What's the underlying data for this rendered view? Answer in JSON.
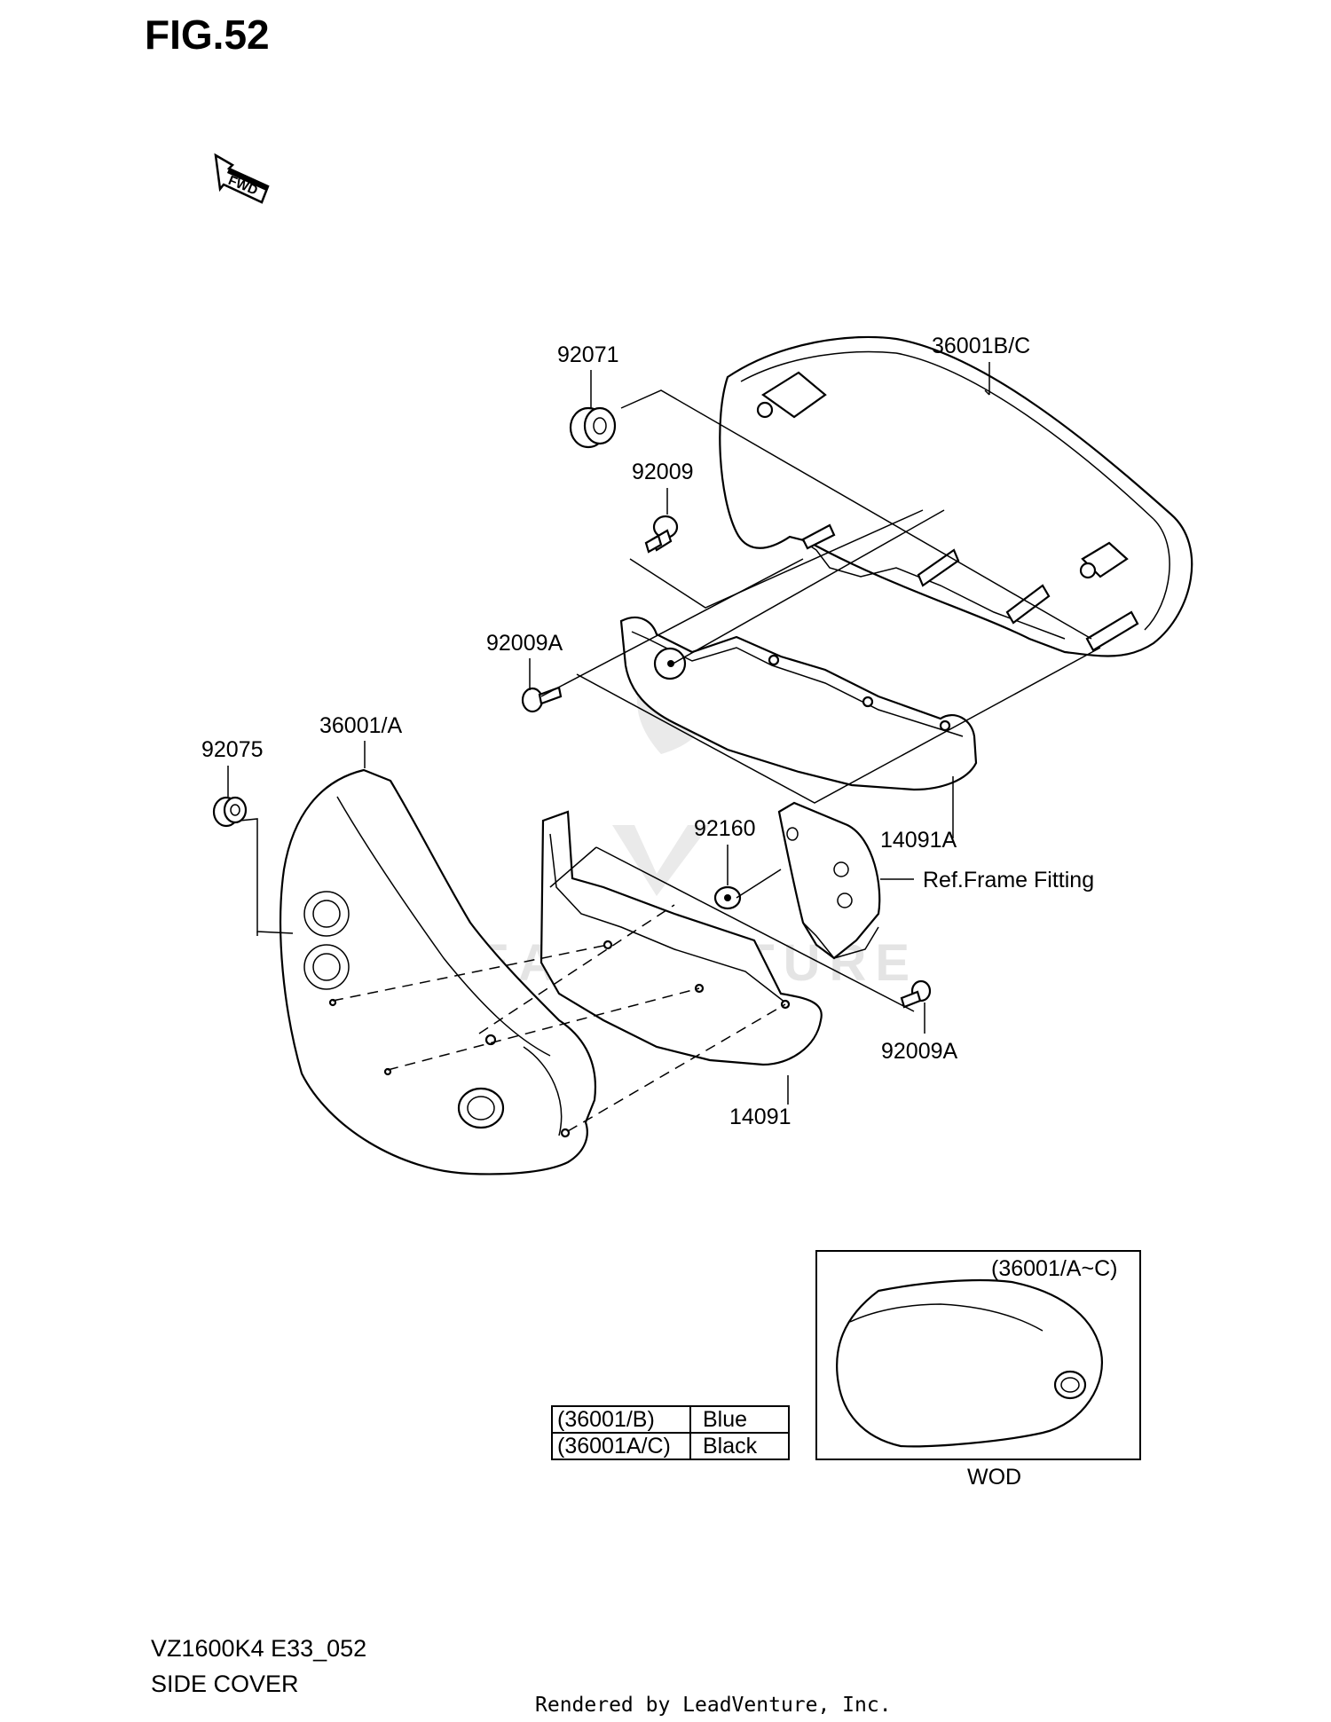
{
  "figure": {
    "title": "FIG.52",
    "fwd_arrow": "FWD"
  },
  "labels": {
    "l_92071": "92071",
    "l_36001bc": "36001B/C",
    "l_92009": "92009",
    "l_92009a_top": "92009A",
    "l_36001a": "36001/A",
    "l_92075": "92075",
    "l_92160": "92160",
    "l_14091a": "14091A",
    "l_ref": "Ref.Frame Fitting",
    "l_92009a_bottom": "92009A",
    "l_14091": "14091"
  },
  "color_table": {
    "rows": [
      {
        "part": "(36001/B)",
        "color": "Blue"
      },
      {
        "part": "(36001A/C)",
        "color": "Black"
      }
    ]
  },
  "inset": {
    "caption": "(36001/A~C)",
    "label": "WOD"
  },
  "footer": {
    "model": "VZ1600K4 E33_052",
    "name": "SIDE COVER",
    "rendered_by": "Rendered by LeadVenture, Inc."
  },
  "watermark": "LEADVENTURE"
}
